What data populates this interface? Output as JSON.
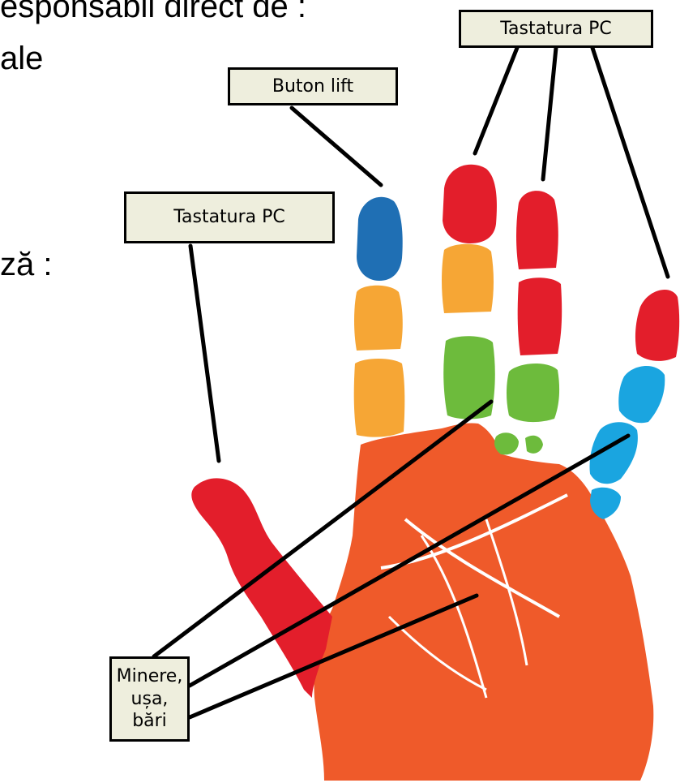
{
  "background_text": {
    "line1": "esponsabil direct de :",
    "line2": "ale",
    "line3": "ză :"
  },
  "callouts": {
    "top_right": "Tastatura PC",
    "lift": "Buton lift",
    "left": "Tastatura PC",
    "bottom": "Minere, ușa, bări"
  },
  "colors": {
    "palm": "#ef5a2a",
    "thumb_tip": "#e31e2b",
    "finger_red": "#e31e2b",
    "finger_blue": "#1f6fb4",
    "finger_light_blue": "#1aa5e0",
    "finger_yellow": "#f6a635",
    "finger_green": "#6dbb3c",
    "callout_fill": "#eeeedd"
  }
}
